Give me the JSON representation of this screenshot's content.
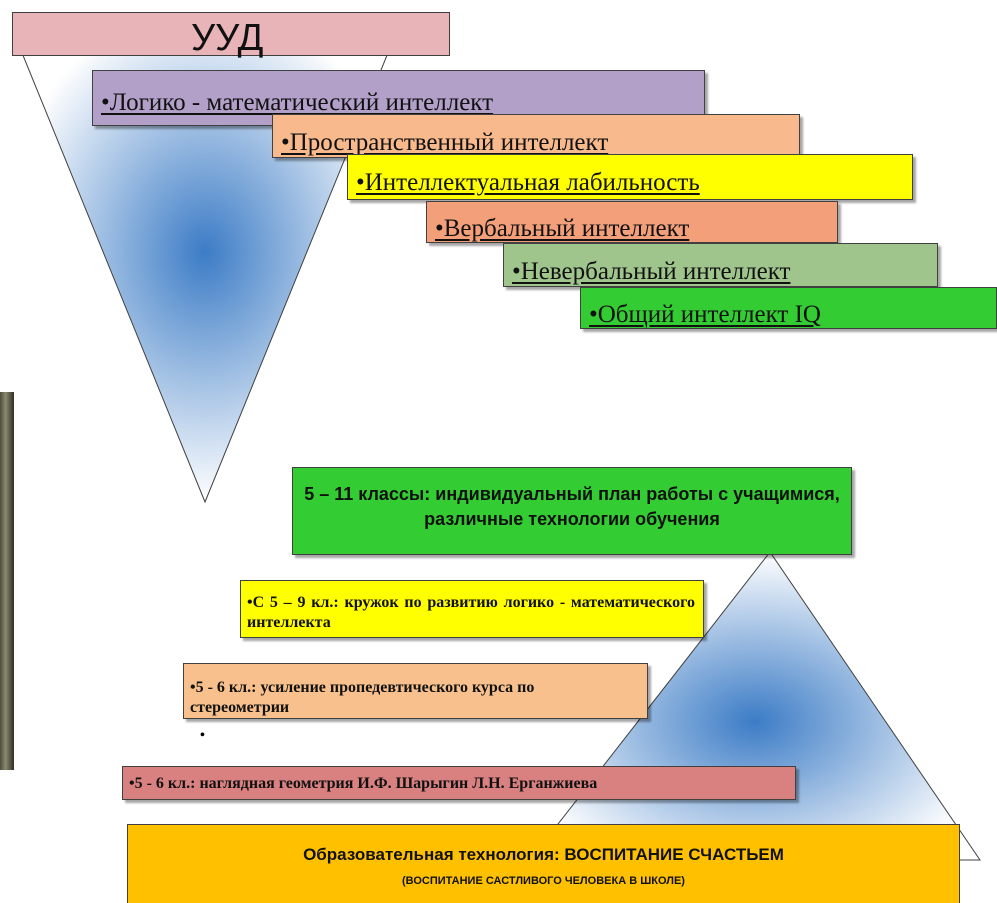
{
  "top_diagram": {
    "title": "УУД",
    "items": [
      {
        "label": "•Логико - математический интеллект",
        "color": "#b3a0c9"
      },
      {
        "label": "•Пространственный интеллект",
        "color": "#f8b98c"
      },
      {
        "label": "•Интеллектуальная лабильность",
        "color": "#ffff00"
      },
      {
        "label": "•Вербальный интеллект",
        "color": "#f3a07a"
      },
      {
        "label": "•Невербальный интеллект",
        "color": "#9fc48c"
      },
      {
        "label": "•Общий интеллект IQ",
        "color": "#33cc33"
      }
    ],
    "title_color": "#e8b4b8"
  },
  "bottom_diagram": {
    "header": {
      "label": "5 – 11 классы: индивидуальный план работы с учащимися, различные технологии обучения",
      "color": "#33cc33"
    },
    "items": [
      {
        "label": "•С 5 – 9 кл.: кружок по развитию логико - математического интеллекта",
        "color": "#ffff00"
      },
      {
        "label": "•5 - 6 кл.: усиление пропедевтического курса по стереометрии",
        "extra_bullet": "•",
        "color": "#f8c08c"
      },
      {
        "label": "•5 - 6 кл.: наглядная геометрия И.Ф. Шарыгин Л.Н. Ерганжиева",
        "color": "#d98080"
      }
    ],
    "footer": {
      "title": "Образовательная технология: ВОСПИТАНИЕ СЧАСТЬЕМ",
      "subtitle": "(ВОСПИТАНИЕ САСТЛИВОГО ЧЕЛОВЕКА В ШКОЛЕ)",
      "color": "#ffc000"
    }
  },
  "colors": {
    "gradient_center": "#3c7cc6",
    "gradient_edge": "#ffffff"
  }
}
